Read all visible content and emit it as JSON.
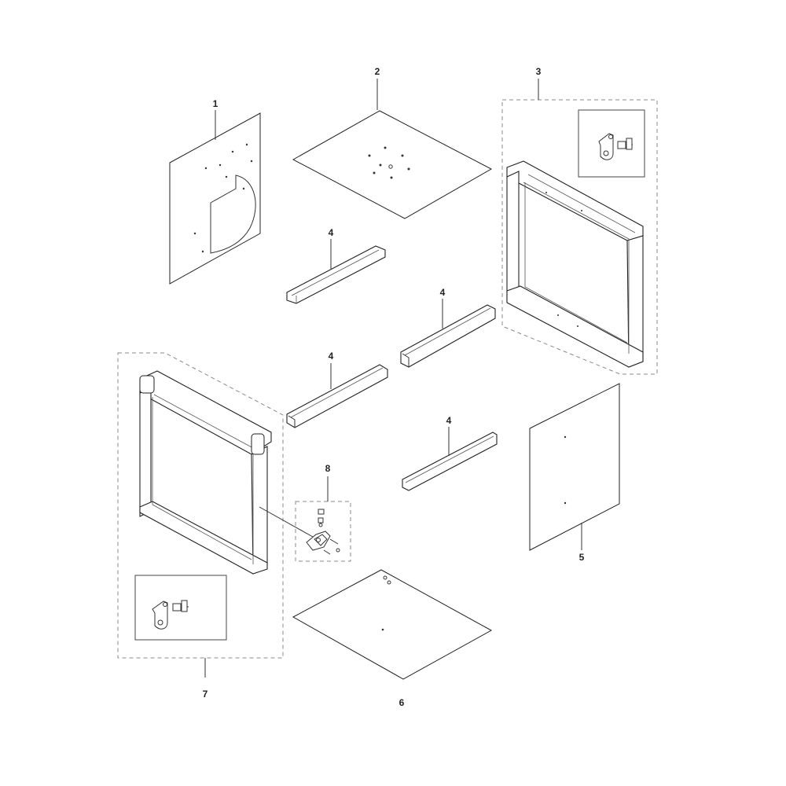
{
  "callouts": {
    "part_1": "1",
    "part_2": "2",
    "part_3": "3",
    "part_4a": "4",
    "part_4b": "4",
    "part_4c": "4",
    "part_4d": "4",
    "part_5": "5",
    "part_6": "6",
    "part_7": "7",
    "part_8": "8"
  },
  "colors": {
    "line": "#222222",
    "dashed_group": "#8a8a8a",
    "background": "#ffffff"
  }
}
